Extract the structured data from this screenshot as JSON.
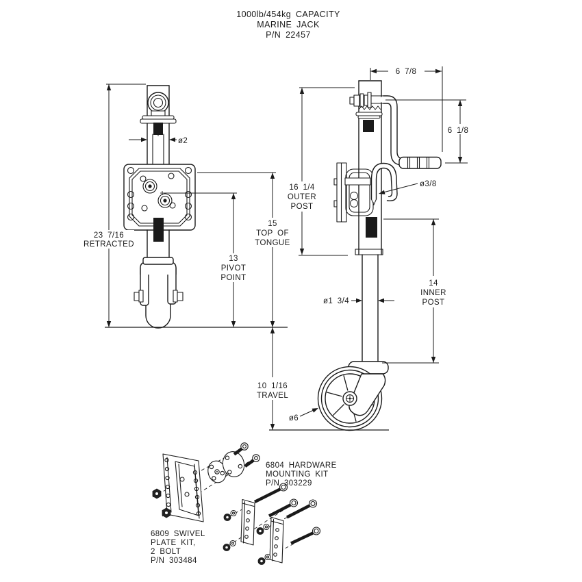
{
  "title": {
    "line1": "1000lb/454kg CAPACITY",
    "line2": "MARINE JACK",
    "line3": "P/N 22457"
  },
  "dims": {
    "retracted": {
      "value": "23 7/16",
      "label": "RETRACTED"
    },
    "outer_tube_dia": {
      "value": "ø2"
    },
    "pivot": {
      "value": "13",
      "l1": "PIVOT",
      "l2": "POINT"
    },
    "tongue": {
      "value": "15",
      "l1": "TOP OF",
      "l2": "TONGUE"
    },
    "travel": {
      "value": "10 1/16",
      "label": "TRAVEL"
    },
    "handle_reach": {
      "value": "6 7/8"
    },
    "handle_drop": {
      "value": "6 1/8"
    },
    "outer_post": {
      "value": "16 1/4",
      "l1": "OUTER",
      "l2": "POST"
    },
    "pin_dia": {
      "value": "ø3/8"
    },
    "inner_post": {
      "value": "14",
      "l1": "INNER",
      "l2": "POST"
    },
    "inner_tube_dia": {
      "value": "ø1 3/4"
    },
    "wheel_dia": {
      "value": "ø6"
    }
  },
  "kits": {
    "hardware": {
      "l1": "6804 HARDWARE",
      "l2": "MOUNTING KIT",
      "l3": "P/N 303229"
    },
    "swivel": {
      "l1": "6809 SWIVEL",
      "l2": "PLATE KIT,",
      "l3": "2 BOLT",
      "l4": "P/N 303484"
    }
  },
  "colors": {
    "ink": "#1a1a1a",
    "paper": "#ffffff"
  }
}
